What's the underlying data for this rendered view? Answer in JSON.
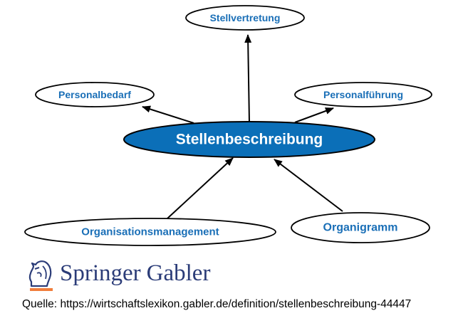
{
  "diagram": {
    "center": "Stellenbeschreibung",
    "nodes": {
      "top": "Stellvertretung",
      "left": "Personalbedarf",
      "right": "Personalführung",
      "bottom_left": "Organisationsmanagement",
      "bottom_right": "Organigramm"
    }
  },
  "logo": {
    "brand": "Springer",
    "sub": "Gabler"
  },
  "source": {
    "prefix": "Quelle:",
    "url": "https://wirtschaftslexikon.gabler.de/definition/stellenbeschreibung-44447"
  },
  "colors": {
    "center_fill": "#0b6fb8",
    "node_text": "#1a6fb7",
    "logo_blue": "#2b3c78",
    "logo_orange": "#f07d3b"
  }
}
